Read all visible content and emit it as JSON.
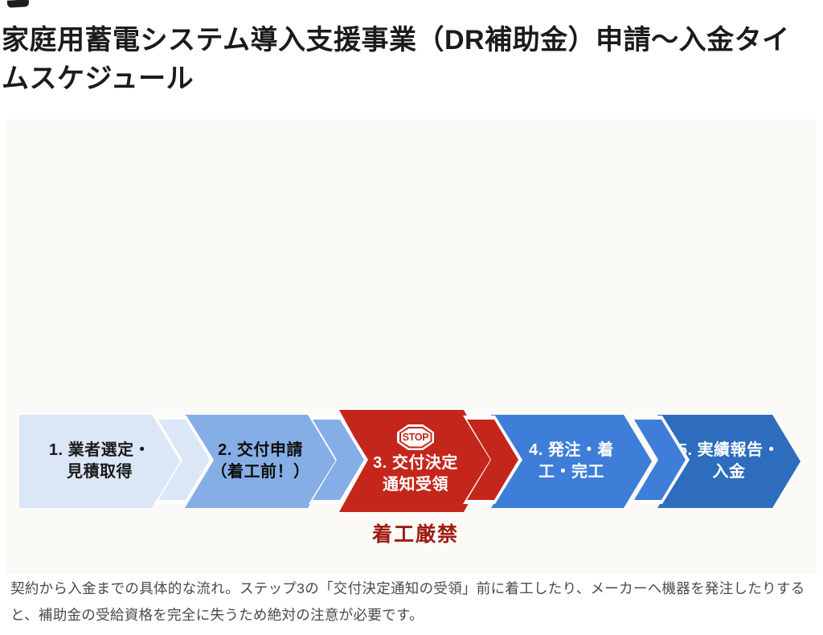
{
  "page": {
    "title": "家庭用蓄電システム導入支援事業（DR補助金）申請〜入金タイ\nムスケジュール",
    "caption": "契約から入金までの具体的な流れ。ステップ3の「交付決定通知の受領」前に着工したり、メーカーへ機器を発注したりする\nと、補助金の受給資格を完全に失うため絶対の注意が必要です。"
  },
  "flow": {
    "steps": [
      {
        "label": "1. 業者選定・\n見積取得",
        "color": "#dbe7f7",
        "text_color": "#1a1a1a"
      },
      {
        "label": "2. 交付申請\n（着工前！）",
        "color": "#86aee6",
        "text_color": "#0d0d0d"
      },
      {
        "label": "3. 交付決定\n通知受領",
        "color": "#c5261b",
        "text_color": "#ffffff",
        "icon": "stop-sign-octagon",
        "icon_label": "STOP"
      },
      {
        "label": "4. 発注・着\n工・完工",
        "color": "#3e7ed8",
        "text_color": "#ffffff"
      },
      {
        "label": "5. 実績報告・\n入金",
        "color": "#2e6cbe",
        "text_color": "#ffffff"
      }
    ],
    "warning_label": "着工厳禁",
    "warning_color": "#9e1c10",
    "panel_background": "#fbfaf7"
  }
}
